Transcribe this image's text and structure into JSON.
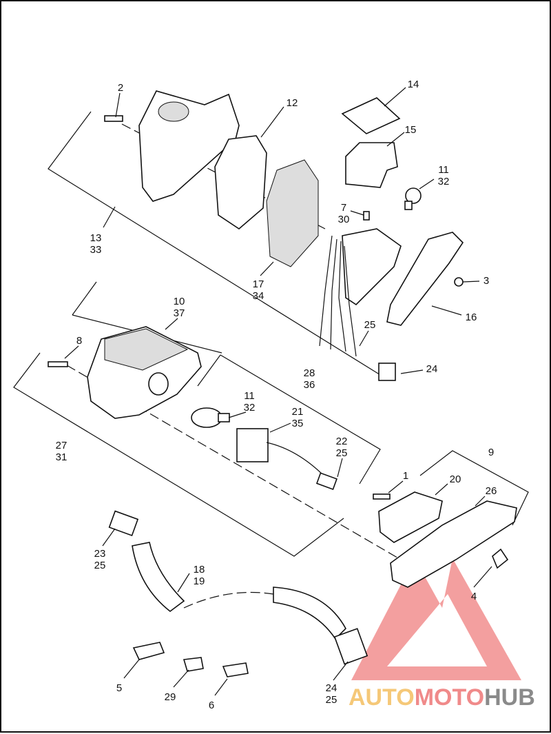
{
  "callouts": {
    "c2": [
      "2"
    ],
    "c12": [
      "12"
    ],
    "c14": [
      "14"
    ],
    "c15": [
      "15"
    ],
    "c11a": [
      "11",
      "32"
    ],
    "c7": [
      "7",
      "30"
    ],
    "c13": [
      "13",
      "33"
    ],
    "c17": [
      "17",
      "34"
    ],
    "c3": [
      "3"
    ],
    "c16": [
      "16"
    ],
    "c10": [
      "10",
      "37"
    ],
    "c25a": [
      "25"
    ],
    "c8": [
      "8"
    ],
    "c24a": [
      "24"
    ],
    "c28": [
      "28",
      "36"
    ],
    "c11b": [
      "11",
      "32"
    ],
    "c21": [
      "21",
      "35"
    ],
    "c27": [
      "27",
      "31"
    ],
    "c22": [
      "22",
      "25"
    ],
    "c9": [
      "9"
    ],
    "c1": [
      "1"
    ],
    "c20": [
      "20"
    ],
    "c26": [
      "26"
    ],
    "c23": [
      "23",
      "25"
    ],
    "c18": [
      "18",
      "19"
    ],
    "c4": [
      "4"
    ],
    "c5": [
      "5"
    ],
    "c29": [
      "29"
    ],
    "c6": [
      "6"
    ],
    "c24b": [
      "24",
      "25"
    ]
  },
  "watermark": {
    "part1": "AUTO",
    "part2": "MOTO",
    "part3": "HUB",
    "colors": {
      "auto": "#f5c878",
      "moto": "#f08a8a",
      "hub": "#8a8a8a",
      "logo": "#f08080"
    }
  }
}
